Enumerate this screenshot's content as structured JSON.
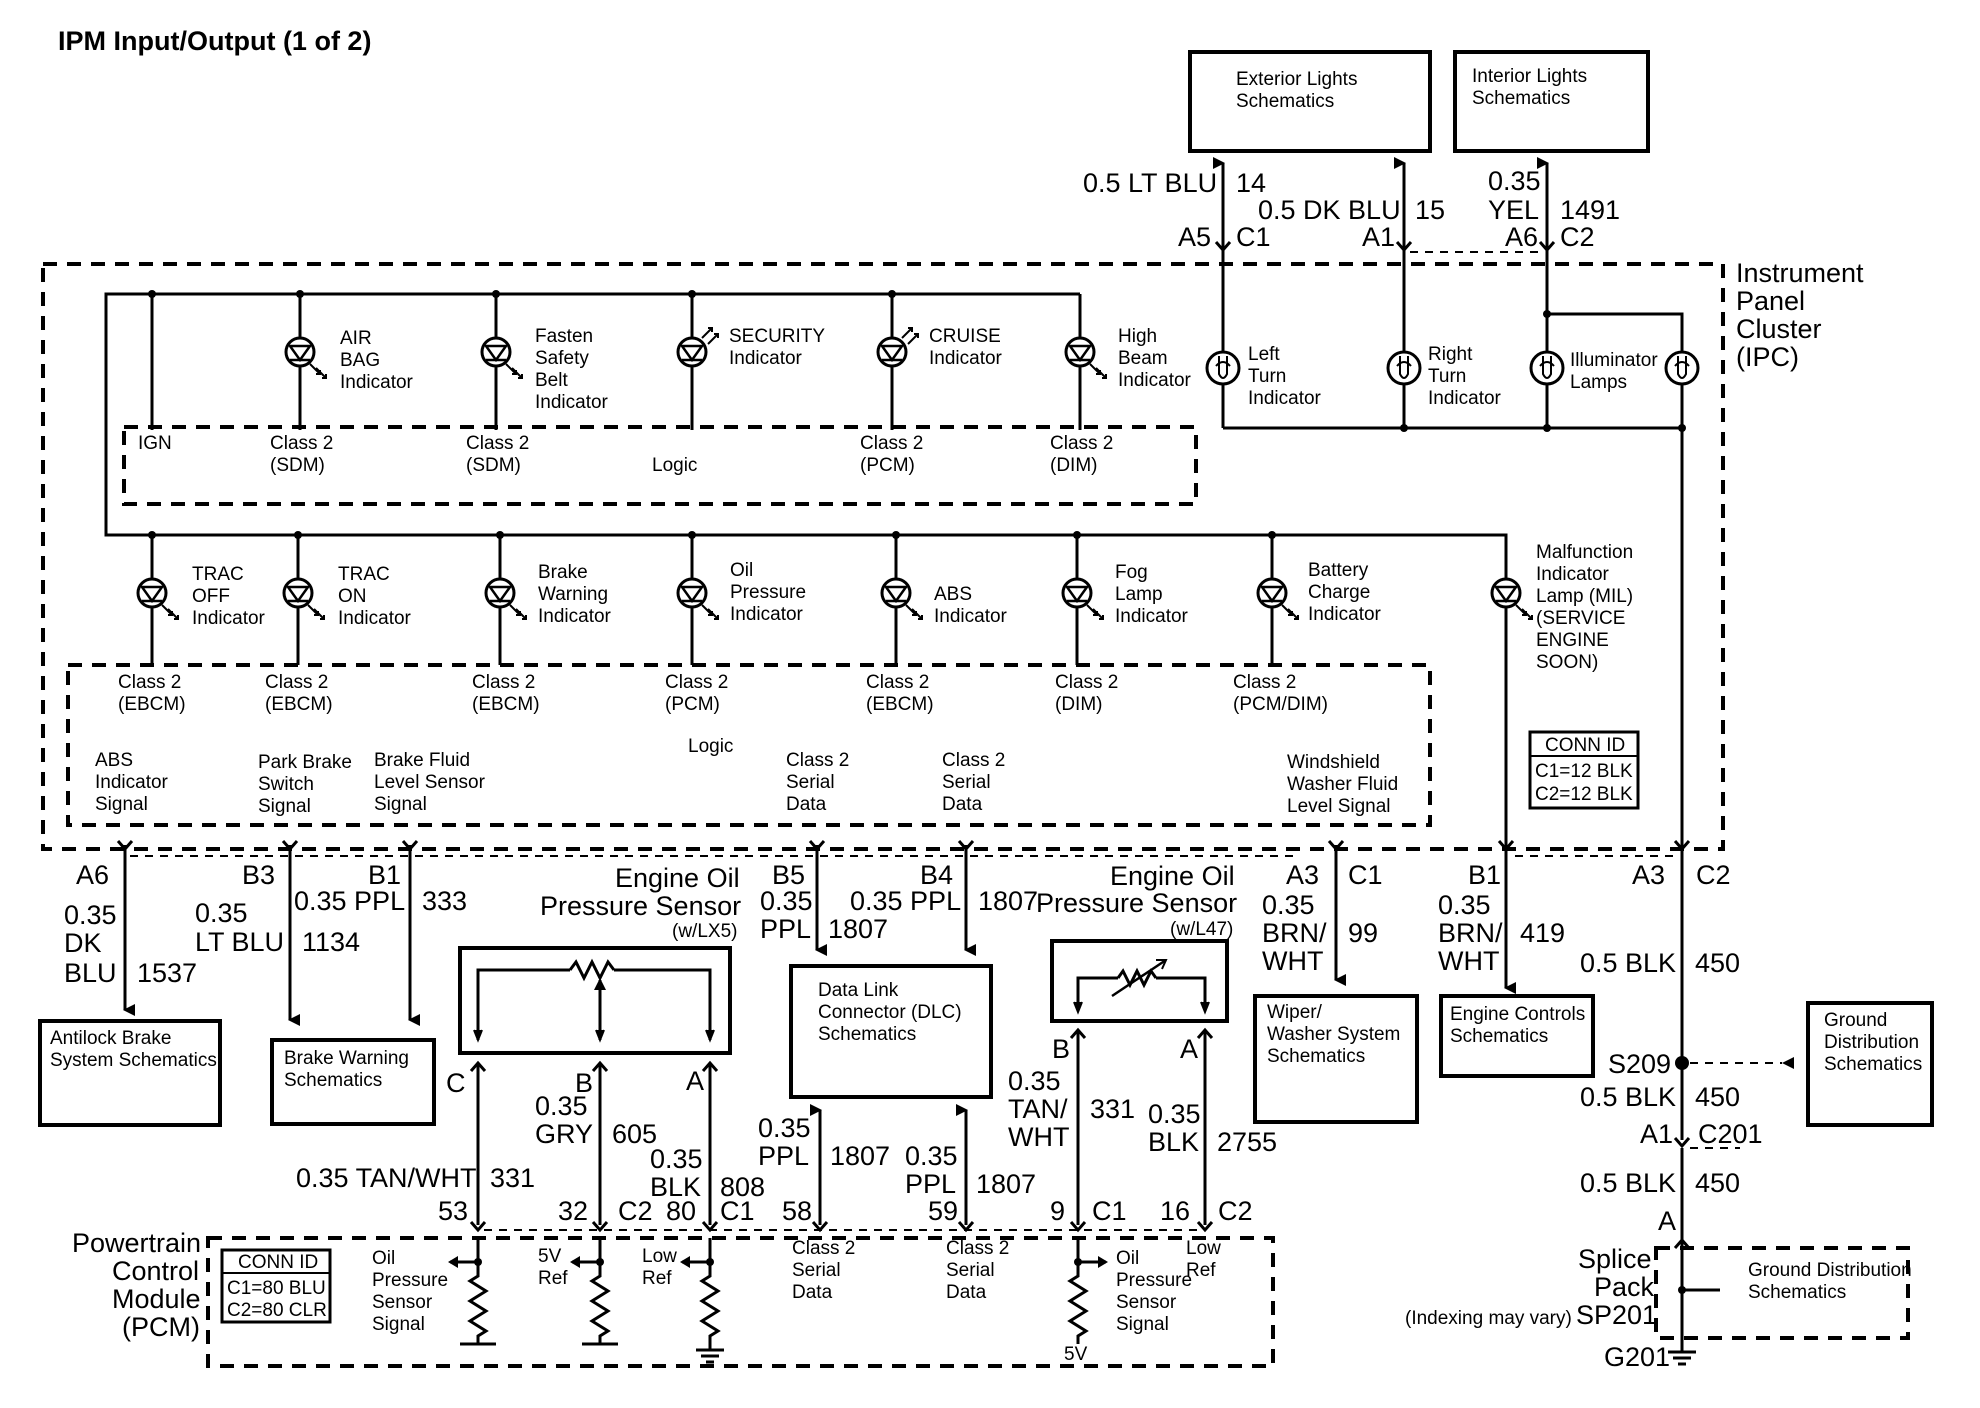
{
  "title": "IPM Input/Output (1 of 2)",
  "top": {
    "ext_box": [
      "Exterior Lights",
      "Schematics"
    ],
    "int_box": [
      "Interior Lights",
      "Schematics"
    ],
    "w14": "0.5 LT BLU",
    "c14": "14",
    "p14": "A5",
    "k14": "C1",
    "w15": "0.5 DK BLU",
    "c15": "15",
    "p15": "A1",
    "w1491": [
      "0.35",
      "YEL"
    ],
    "c1491": "1491",
    "p1491": "A6",
    "k1491": "C2"
  },
  "ipc": {
    "label": [
      "Instrument",
      "Panel",
      "Cluster",
      "(IPC)"
    ],
    "row1": [
      {
        "label": [
          "AIR",
          "BAG",
          "Indicator"
        ],
        "src": [
          "Class 2",
          "(SDM)"
        ]
      },
      {
        "label": [
          "Fasten",
          "Safety",
          "Belt",
          "Indicator"
        ],
        "src": [
          "Class 2",
          "(SDM)"
        ]
      },
      {
        "label": [
          "SECURITY",
          "Indicator"
        ],
        "src": [
          "Logic"
        ]
      },
      {
        "label": [
          "CRUISE",
          "Indicator"
        ],
        "src": [
          "Class 2",
          "(PCM)"
        ]
      },
      {
        "label": [
          "High",
          "Beam",
          "Indicator"
        ],
        "src": [
          "Class 2",
          "(DIM)"
        ]
      }
    ],
    "ign": "IGN",
    "bulbs": [
      {
        "label": [
          "Left",
          "Turn",
          "Indicator"
        ]
      },
      {
        "label": [
          "Right",
          "Turn",
          "Indicator"
        ]
      },
      {
        "label": [
          "Illuminator",
          "Lamps"
        ]
      }
    ],
    "row2": [
      {
        "label": [
          "TRAC",
          "OFF",
          "Indicator"
        ],
        "src": [
          "Class 2",
          "(EBCM)"
        ]
      },
      {
        "label": [
          "TRAC",
          "ON",
          "Indicator"
        ],
        "src": [
          "Class 2",
          "(EBCM)"
        ]
      },
      {
        "label": [
          "Brake",
          "Warning",
          "Indicator"
        ],
        "src": [
          "Class 2",
          "(EBCM)"
        ]
      },
      {
        "label": [
          "Oil",
          "Pressure",
          "Indicator"
        ],
        "src": [
          "Class 2",
          "(PCM)"
        ]
      },
      {
        "label": [
          "ABS",
          "Indicator"
        ],
        "src": [
          "Class 2",
          "(EBCM)"
        ]
      },
      {
        "label": [
          "Fog",
          "Lamp",
          "Indicator"
        ],
        "src": [
          "Class 2",
          "(DIM)"
        ]
      },
      {
        "label": [
          "Battery",
          "Charge",
          "Indicator"
        ],
        "src": [
          "Class 2",
          "(PCM/DIM)"
        ]
      }
    ],
    "mil": [
      "Malfunction",
      "Indicator",
      "Lamp (MIL)",
      "(SERVICE",
      "ENGINE",
      "SOON)"
    ],
    "logic": "Logic",
    "signals": [
      [
        "ABS",
        "Indicator",
        "Signal"
      ],
      [
        "Park Brake",
        "Switch",
        "Signal"
      ],
      [
        "Brake Fluid",
        "Level Sensor",
        "Signal"
      ],
      [
        "Class 2",
        "Serial",
        "Data"
      ],
      [
        "Class 2",
        "Serial",
        "Data"
      ],
      [
        "Windshield",
        "Washer Fluid",
        "Level Signal"
      ]
    ],
    "conn": {
      "title": "CONN ID",
      "c1": "C1=12 BLK",
      "c2": "C2=12 BLK"
    }
  },
  "wires": {
    "a6": {
      "pin": "A6",
      "wire": [
        "0.35",
        "DK",
        "BLU"
      ],
      "circuit": "1537"
    },
    "b3": {
      "pin": "B3",
      "wire": [
        "0.35",
        "LT BLU"
      ],
      "circuit": "1134"
    },
    "b1": {
      "pin": "B1",
      "wire": "0.35 PPL",
      "circuit": "333"
    },
    "b5": {
      "pin": "B5",
      "wire": [
        "0.35",
        "PPL"
      ],
      "circuit": "1807"
    },
    "b4": {
      "pin": "B4",
      "wire": "0.35 PPL",
      "circuit": "1807"
    },
    "a3": {
      "pin": "A3",
      "conn": "C1",
      "wire": [
        "0.35",
        "BRN/",
        "WHT"
      ],
      "circuit": "99"
    },
    "b1r": {
      "pin": "B1",
      "wire": [
        "0.35",
        "BRN/",
        "WHT"
      ],
      "circuit": "419"
    },
    "gnd": {
      "pin": "A3",
      "conn": "C2",
      "wire": "0.5 BLK",
      "circuit": "450"
    }
  },
  "boxes": {
    "abs": [
      "Antilock Brake",
      "System Schematics"
    ],
    "brake": [
      "Brake Warning",
      "Schematics"
    ],
    "dlc": [
      "Data Link",
      "Connector (DLC)",
      "Schematics"
    ],
    "wiper": [
      "Wiper/",
      "Washer System",
      "Schematics"
    ],
    "ecs": [
      "Engine Controls",
      "Schematics"
    ],
    "gds": [
      "Ground",
      "Distribution",
      "Schematics"
    ]
  },
  "sensor_lx5": {
    "title": [
      "Engine Oil",
      "Pressure Sensor"
    ],
    "sub": "(w/LX5)",
    "pins": [
      "C",
      "B",
      "A"
    ],
    "wC": "0.35 TAN/WHT",
    "cC": "331",
    "wB": [
      "0.35",
      "GRY"
    ],
    "cB": "605",
    "wA": [
      "0.35",
      "BLK"
    ],
    "cA": "808"
  },
  "sensor_l47": {
    "title": [
      "Engine Oil",
      "Pressure Sensor"
    ],
    "sub": "(w/L47)",
    "pins": [
      "B",
      "A"
    ],
    "wB": [
      "0.35",
      "TAN/",
      "WHT"
    ],
    "cB": "331",
    "wA": [
      "0.35",
      "BLK"
    ],
    "cA": "2755"
  },
  "dlc_lower": {
    "w1": [
      "0.35",
      "PPL"
    ],
    "c1": "1807",
    "w2": [
      "0.35",
      "PPL"
    ],
    "c2": "1807"
  },
  "pcm": {
    "label": [
      "Powertrain",
      "Control",
      "Module",
      "(PCM)"
    ],
    "conn": {
      "title": "CONN ID",
      "c1": "C1=80 BLU",
      "c2": "C2=80 CLR"
    },
    "pins": [
      "53",
      "32",
      "C2",
      "80",
      "C1",
      "58",
      "59",
      "9",
      "C1",
      "16",
      "C2"
    ],
    "oil": [
      "Oil",
      "Pressure",
      "Sensor",
      "Signal"
    ],
    "ref5": [
      "5V",
      "Ref"
    ],
    "low": [
      "Low",
      "Ref"
    ],
    "ser": [
      "Class 2",
      "Serial",
      "Data"
    ],
    "v5": "5V"
  },
  "ground": {
    "s209": "S209",
    "w1": "0.5 BLK",
    "c1": "450",
    "a1": "A1",
    "c201": "C201",
    "w2": "0.5 BLK",
    "c2": "450",
    "a": "A",
    "splice": [
      "Splice",
      "Pack"
    ],
    "idx": "(Indexing may vary)",
    "sp201": "SP201",
    "gds": [
      "Ground Distribution",
      "Schematics"
    ],
    "g201": "G201"
  }
}
